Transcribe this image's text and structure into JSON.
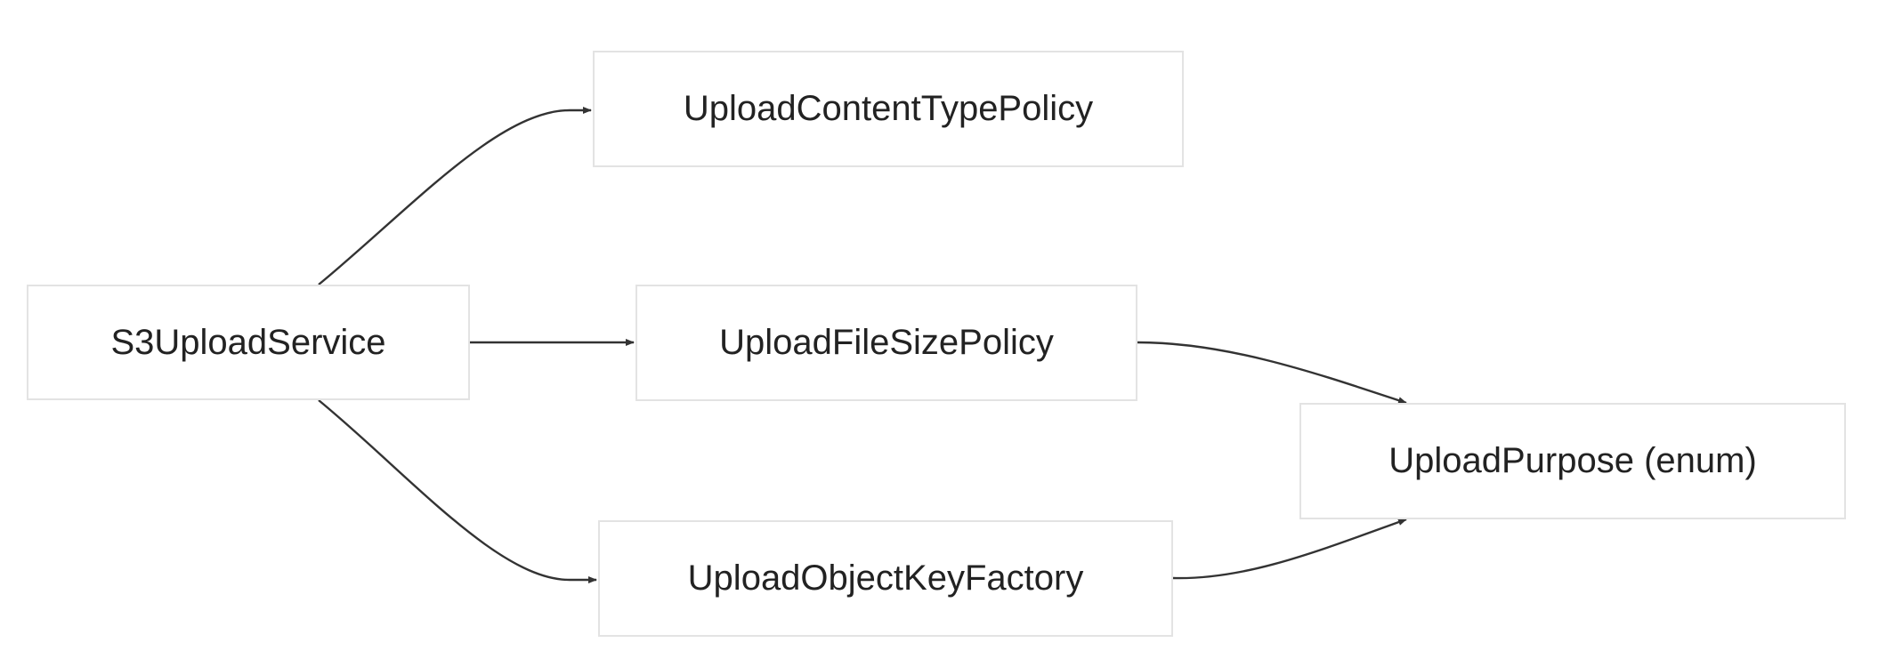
{
  "diagram": {
    "nodes": [
      {
        "id": "s3",
        "label": "S3UploadService"
      },
      {
        "id": "ct",
        "label": "UploadContentTypePolicy"
      },
      {
        "id": "fs",
        "label": "UploadFileSizePolicy"
      },
      {
        "id": "ok",
        "label": "UploadObjectKeyFactory"
      },
      {
        "id": "up",
        "label": "UploadPurpose (enum)"
      }
    ],
    "edges": [
      {
        "from": "S3UploadService",
        "to": "UploadContentTypePolicy"
      },
      {
        "from": "S3UploadService",
        "to": "UploadFileSizePolicy"
      },
      {
        "from": "S3UploadService",
        "to": "UploadObjectKeyFactory"
      },
      {
        "from": "UploadFileSizePolicy",
        "to": "UploadPurpose (enum)"
      },
      {
        "from": "UploadObjectKeyFactory",
        "to": "UploadPurpose (enum)"
      }
    ],
    "colors": {
      "edge": "#333333",
      "node_border": "#e3e3e3",
      "node_fill": "#ffffff",
      "text": "#222222"
    }
  }
}
